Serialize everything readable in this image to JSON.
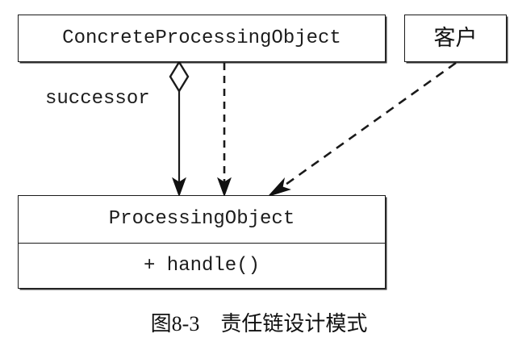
{
  "figure": {
    "caption": "图8-3　责任链设计模式",
    "background_color": "#ffffff",
    "line_color": "#1a1a1a",
    "text_color": "#1c1c1c"
  },
  "classes": {
    "concrete_processing_object": {
      "name": "ConcreteProcessingObject",
      "operations": []
    },
    "processing_object": {
      "name": "ProcessingObject",
      "operations": [
        "+ handle()"
      ]
    },
    "client": {
      "name": "客户",
      "operations": []
    }
  },
  "relationships": [
    {
      "id": "aggregation-successor",
      "type": "aggregation",
      "label": "successor",
      "from": "ConcreteProcessingObject",
      "to": "ProcessingObject",
      "line_style": "solid",
      "source_decoration": "hollow-diamond",
      "target_decoration": "filled-arrow"
    },
    {
      "id": "generalization-dashed",
      "type": "realization",
      "label": "",
      "from": "ConcreteProcessingObject",
      "to": "ProcessingObject",
      "line_style": "dashed",
      "source_decoration": "none",
      "target_decoration": "filled-arrow"
    },
    {
      "id": "dependency-client",
      "type": "dependency",
      "label": "",
      "from": "客户",
      "to": "ProcessingObject",
      "line_style": "dashed",
      "source_decoration": "none",
      "target_decoration": "open-arrow"
    }
  ]
}
